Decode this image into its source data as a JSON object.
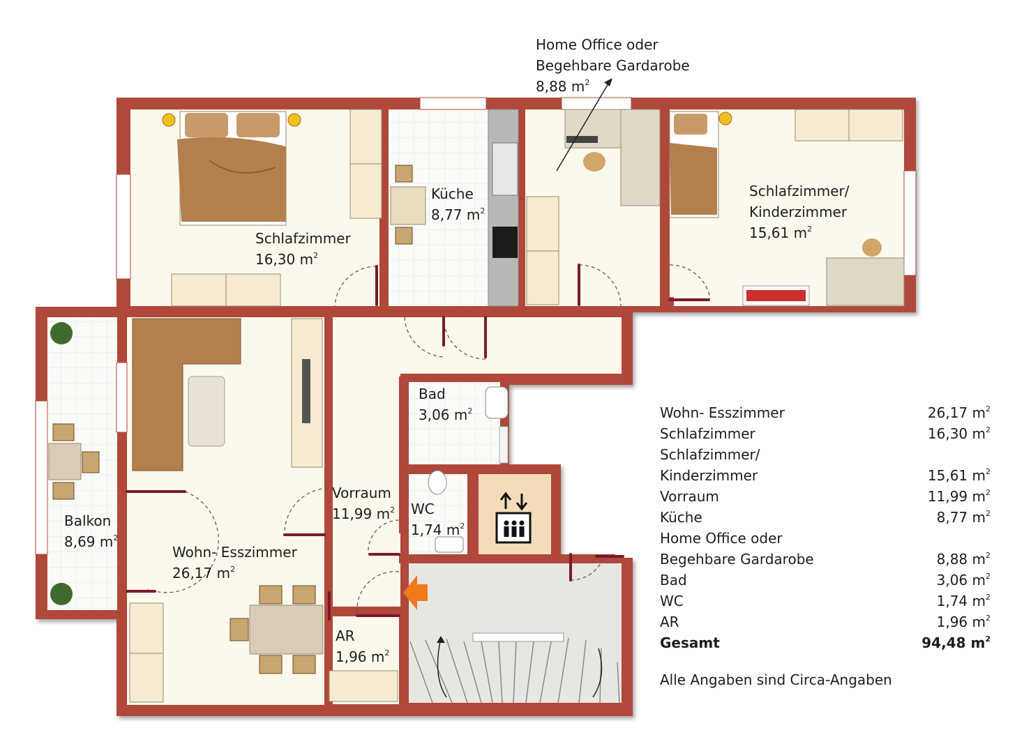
{
  "rooms": {
    "schlafzimmer": {
      "name": "Schlafzimmer",
      "area": "16,30 m"
    },
    "kueche": {
      "name": "Küche",
      "area": "8,77 m"
    },
    "home_office": {
      "name_line1": "Home Office oder",
      "name_line2": "Begehbare Gardarobe",
      "area": "8,88 m"
    },
    "kinderzimmer": {
      "name_line1": "Schlafzimmer/",
      "name_line2": "Kinderzimmer",
      "area": "15,61 m"
    },
    "bad": {
      "name": "Bad",
      "area": "3,06 m"
    },
    "wc": {
      "name": "WC",
      "area": "1,74 m"
    },
    "vorraum": {
      "name": "Vorraum",
      "area": "11,99 m"
    },
    "balkon": {
      "name": "Balkon",
      "area": "8,69 m"
    },
    "wohnen": {
      "name": "Wohn- Esszimmer",
      "area": "26,17 m"
    },
    "ar": {
      "name": "AR",
      "area": "1,96 m"
    }
  },
  "unit_exponent": "2",
  "area_table": [
    {
      "name": "Wohn- Esszimmer",
      "value": "26,17 m"
    },
    {
      "name": "Schlafzimmer",
      "value": "16,30 m"
    },
    {
      "name": "Schlafzimmer/",
      "value": ""
    },
    {
      "name": "Kinderzimmer",
      "value": "15,61 m"
    },
    {
      "name": "Vorraum",
      "value": "11,99 m"
    },
    {
      "name": "Küche",
      "value": "8,77 m"
    },
    {
      "name": "Home Office oder",
      "value": ""
    },
    {
      "name": "Begehbare Gardarobe",
      "value": "8,88 m"
    },
    {
      "name": "Bad",
      "value": "3,06 m"
    },
    {
      "name": "WC",
      "value": "1,74 m"
    },
    {
      "name": "AR",
      "value": "1,96 m"
    }
  ],
  "total": {
    "name": "Gesamt",
    "value": "94,48 m"
  },
  "note": "Alle Angaben sind Circa-Angaben",
  "colors": {
    "wall": "#b0483a",
    "floor": "#fbf8ec",
    "stair": "#e8e6e2",
    "door": "#7a1a2a",
    "furniture": "#f6ead0",
    "sofa": "#b47f4e"
  },
  "icons": {
    "elevator": "elevator-icon",
    "entrance": "entrance-arrow-icon"
  }
}
